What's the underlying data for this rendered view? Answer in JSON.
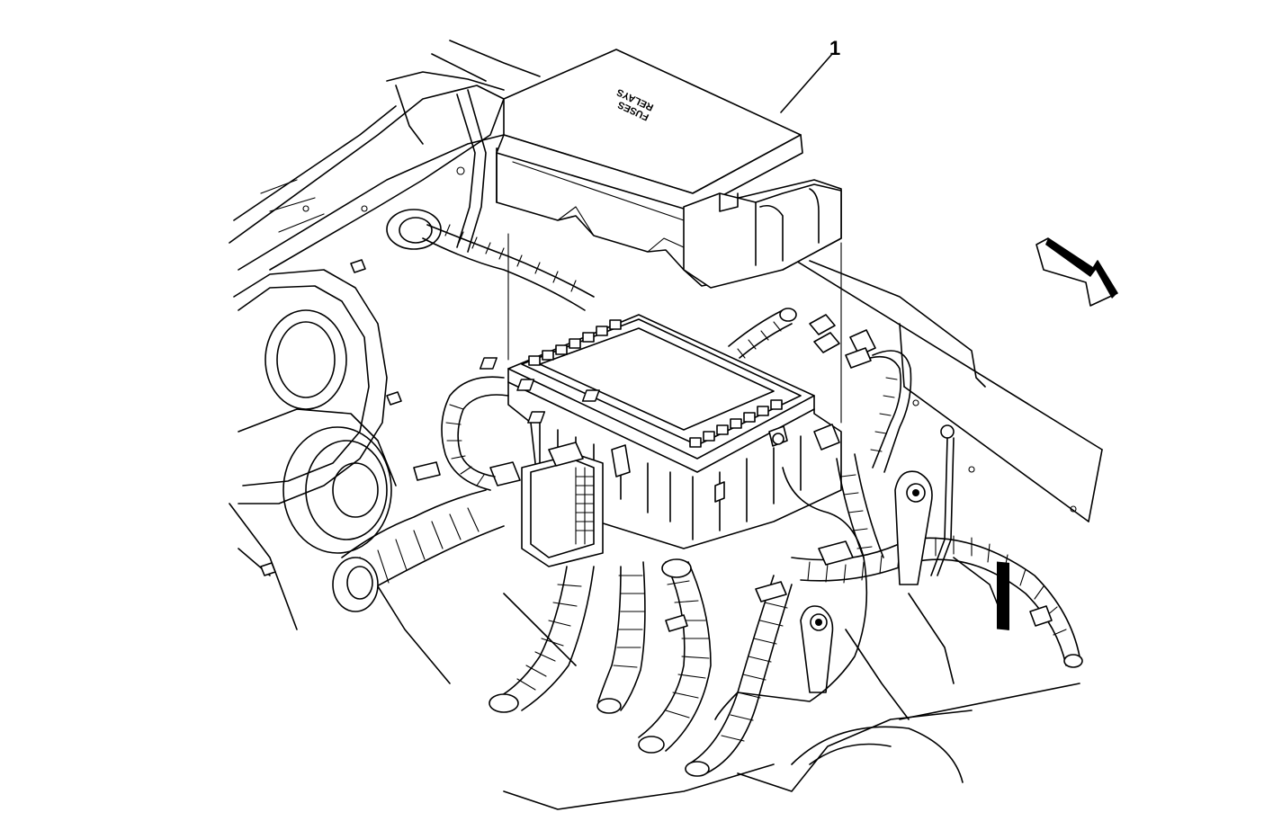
{
  "diagram": {
    "callouts": [
      {
        "label": "1"
      }
    ],
    "lid_text_line1": "FUSES",
    "lid_text_line2": "RELAYS",
    "arrow": "front-of-vehicle-arrow"
  }
}
